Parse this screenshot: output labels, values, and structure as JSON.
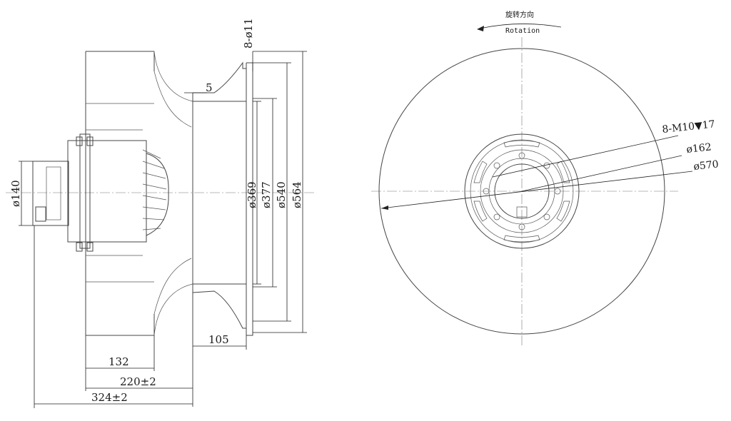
{
  "side_view": {
    "dimensions": {
      "bolt_holes": "8-ø11",
      "gap": "5",
      "dia_369": "ø369",
      "dia_377": "ø377",
      "dia_540": "ø540",
      "dia_564": "ø564",
      "dia_140": "ø140",
      "inlet_depth": "105",
      "len_132": "132",
      "len_220": "220±2",
      "len_324": "324±2"
    }
  },
  "front_view": {
    "rotation_cn": "旋转方向",
    "rotation_en": "Rotation",
    "labels": {
      "thread": "8-M10▼17",
      "dia_162": "ø162",
      "dia_570": "ø570"
    }
  },
  "colors": {
    "line": "#444444",
    "text": "#1a1a1a",
    "background": "#ffffff"
  }
}
